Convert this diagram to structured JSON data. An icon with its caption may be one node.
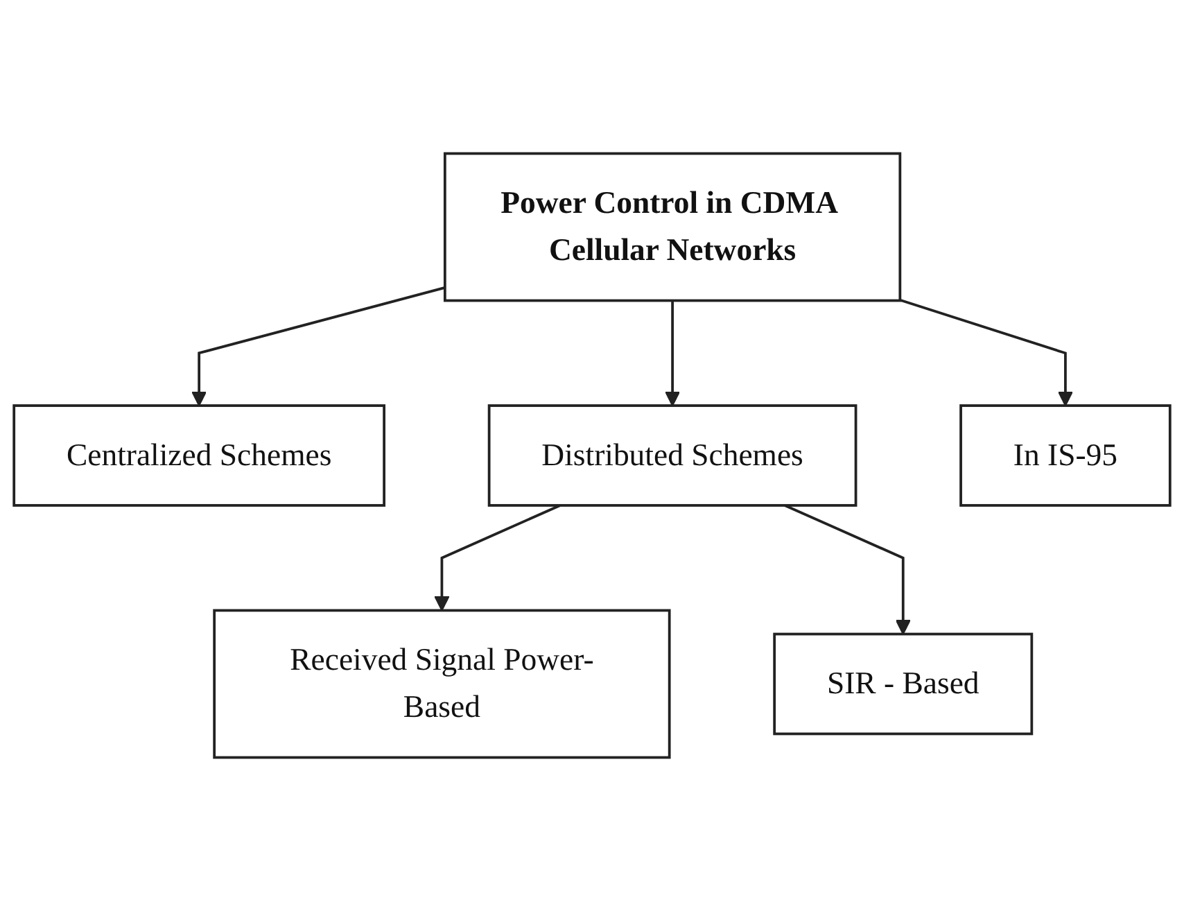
{
  "diagram": {
    "nodes": [
      {
        "text": [
          "Power Control in CDMA Cellular Networks"
        ]
      },
      {
        "text": [
          "Centralized Schemes"
        ]
      },
      {
        "text": [
          "Distributed Schemes"
        ]
      },
      {
        "text": [
          "In IS-95"
        ]
      },
      {
        "text": [
          "Received Signal Power-Based"
        ]
      },
      {
        "text": [
          "SIR - Based"
        ]
      }
    ],
    "edges": [
      {
        "from": 0,
        "to": 1,
        "arrow": "to"
      },
      {
        "from": 0,
        "to": 2,
        "arrow": "to"
      },
      {
        "from": 0,
        "to": 3,
        "arrow": "to"
      },
      {
        "from": 2,
        "to": 4,
        "arrow": "to"
      },
      {
        "from": 2,
        "to": 5,
        "arrow": "to"
      }
    ]
  }
}
